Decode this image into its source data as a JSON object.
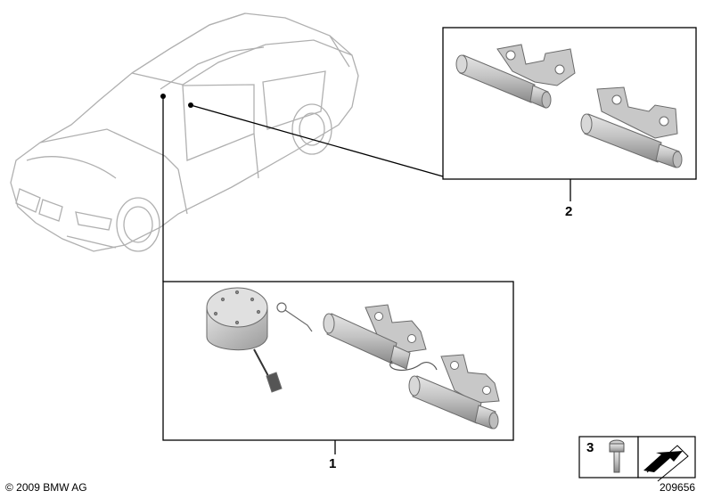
{
  "callouts": {
    "part_1": "1",
    "part_2": "2",
    "part_3": "3"
  },
  "footer": {
    "copyright": "© 2009 BMW AG",
    "diagram_number": "209656"
  },
  "colors": {
    "line": "#000000",
    "car_outline": "#b0b0b0",
    "part_light": "#d4d4d4",
    "part_mid": "#a9a9a9",
    "part_dark": "#7a7a7a"
  },
  "icons": [
    "car-outline-icon",
    "hinge-icon",
    "soft-close-motor-icon",
    "screw-icon",
    "arrow-icon"
  ]
}
